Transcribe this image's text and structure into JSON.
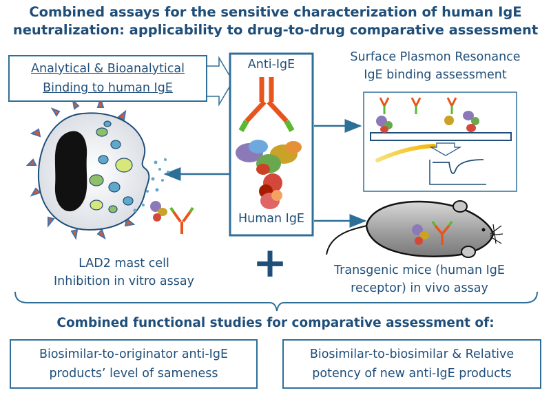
{
  "title": {
    "line1": "Combined assays for the sensitive characterization of human IgE",
    "line2": "neutralization: applicability to drug-to-drug comparative assessment"
  },
  "analytical_box": {
    "line1": "Analytical & Bioanalytical",
    "line2": "Binding to human IgE"
  },
  "center_panel": {
    "top_label": "Anti-IgE",
    "bottom_label": "Human IgE"
  },
  "spr": {
    "line1": "Surface Plasmon Resonance",
    "line2": "IgE binding assessment"
  },
  "mast_cell": {
    "line1": "LAD2 mast cell",
    "line2": "Inhibition in vitro assay"
  },
  "mice": {
    "line1": "Transgenic mice (human IgE",
    "line2": "receptor) in vivo assay"
  },
  "plus_sign": "+",
  "combined_heading": "Combined functional studies for comparative assessment of:",
  "bottom_left": {
    "line1": "Biosimilar-to-originator anti-IgE",
    "line2": "products’ level of sameness"
  },
  "bottom_right": {
    "line1": "Biosimilar-to-biosimilar & Relative",
    "line2": "potency of new anti-IgE products"
  },
  "colors": {
    "primary": "#1f4e79",
    "border": "#2e6f98",
    "antibody_orange": "#e8541c",
    "antibody_green": "#5cb82e"
  }
}
